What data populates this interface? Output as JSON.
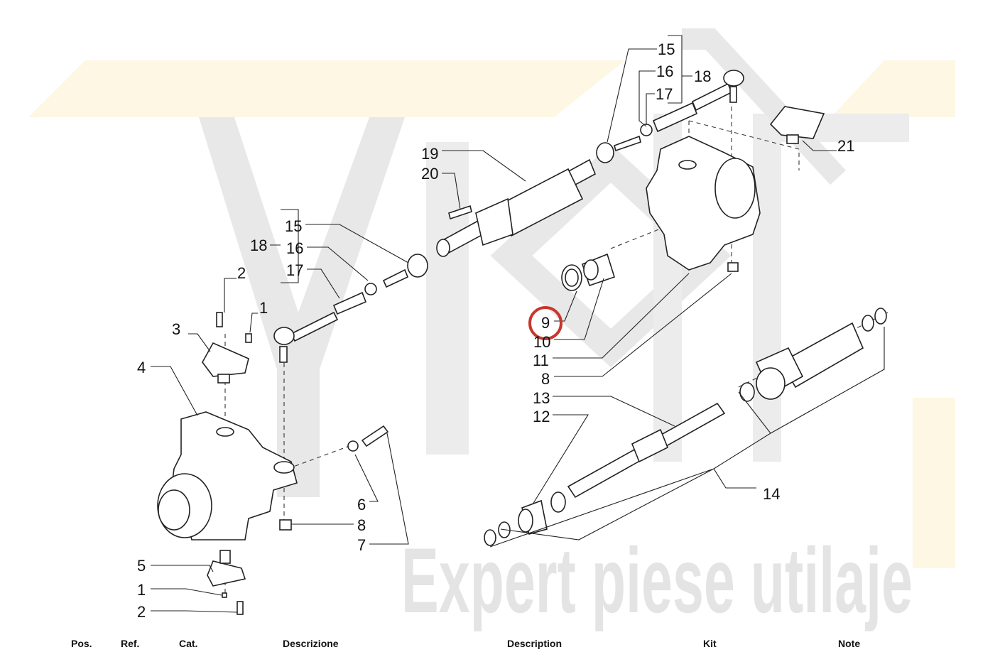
{
  "watermark": {
    "brand_text": "Expert piese utilaje"
  },
  "colors": {
    "highlight": "#c8372d",
    "watermark_gray": "#e4e4e4",
    "watermark_yellow": "#fdf7e3"
  },
  "callouts": {
    "c15a": "15",
    "c16a": "16",
    "c18a": "18",
    "c17a": "17",
    "c21": "21",
    "c19": "19",
    "c20": "20",
    "c15b": "15",
    "c18b": "18",
    "c16b": "16",
    "c17b": "17",
    "c2a": "2",
    "c1a": "1",
    "c3": "3",
    "c4": "4",
    "c9": "9",
    "c10": "10",
    "c11": "11",
    "c8a": "8",
    "c13": "13",
    "c12": "12",
    "c14": "14",
    "c6": "6",
    "c8b": "8",
    "c7": "7",
    "c5": "5",
    "c1b": "1",
    "c2b": "2"
  },
  "highlighted_callout": "9",
  "table_header": [
    "Pos.",
    "Ref.",
    "Cat.",
    "Descrizione",
    "Description",
    "Kit",
    "Note"
  ]
}
